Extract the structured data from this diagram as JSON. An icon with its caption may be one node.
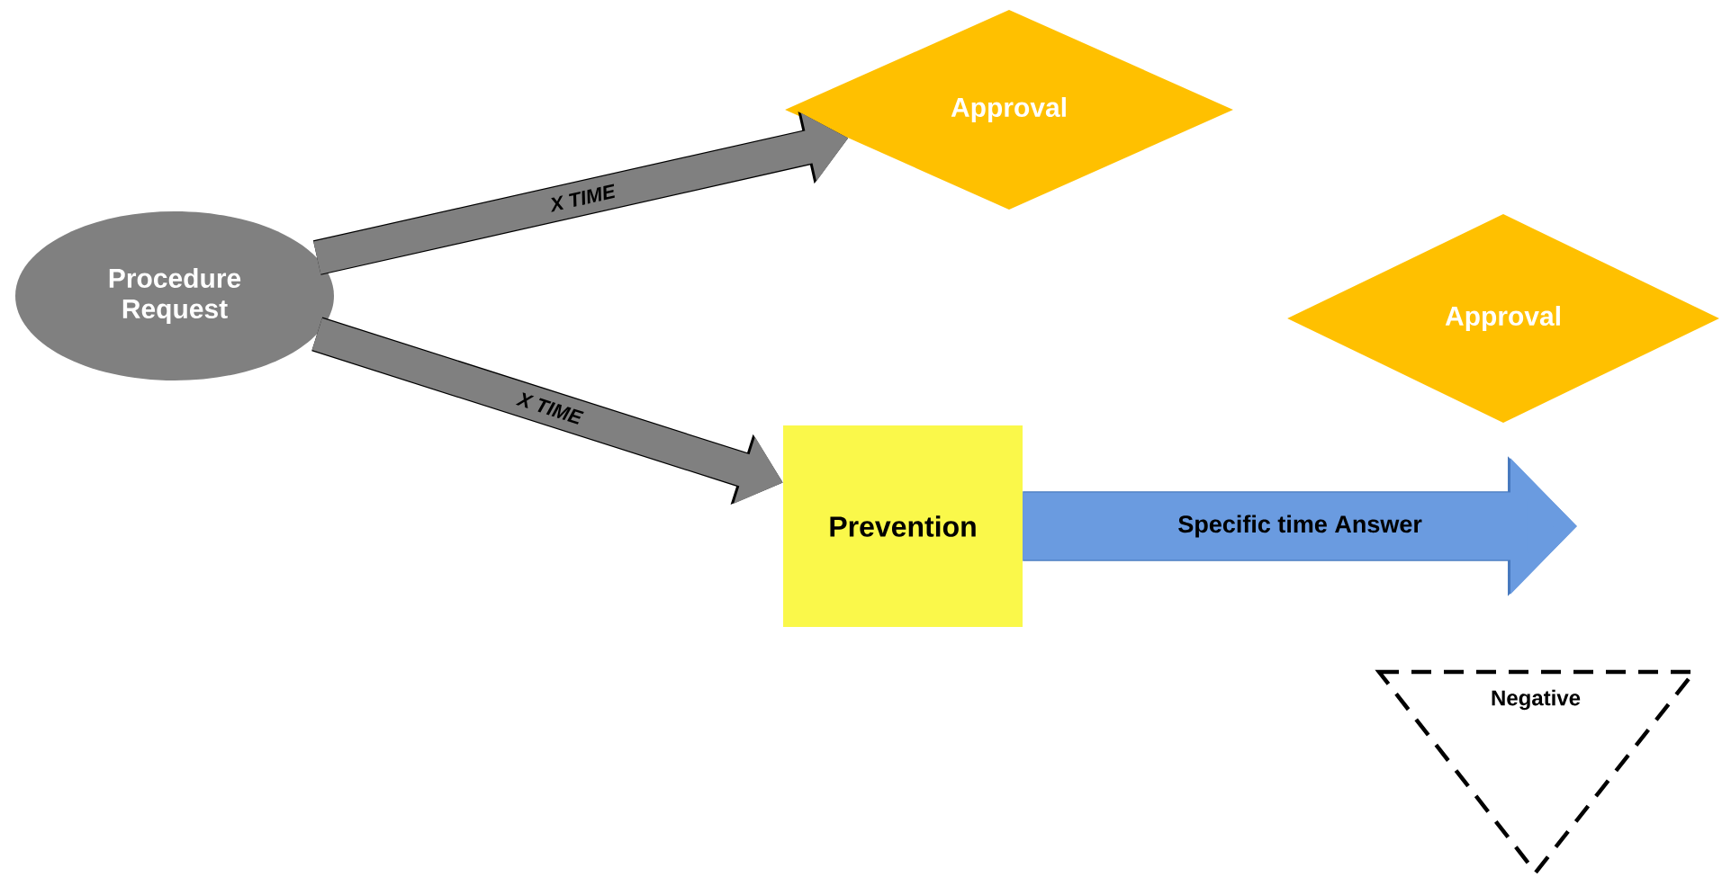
{
  "diagram": {
    "nodes": [
      {
        "text": [
          "Procedure Request"
        ]
      },
      {
        "text": [
          "Approval"
        ]
      },
      {
        "text": [
          "Approval"
        ]
      },
      {
        "text": [
          "Prevention"
        ]
      },
      {
        "text": [
          "Negative"
        ]
      }
    ],
    "edges": [
      {
        "from": 0,
        "to": 1,
        "arrow": "to",
        "label": "X TIME"
      },
      {
        "from": 0,
        "to": 3,
        "arrow": "to",
        "label": "X TIME"
      },
      {
        "from": 3,
        "to": null,
        "arrow": "to",
        "label": "Specific time Answer",
        "color": "#6a9be0",
        "style": "thick"
      }
    ]
  }
}
